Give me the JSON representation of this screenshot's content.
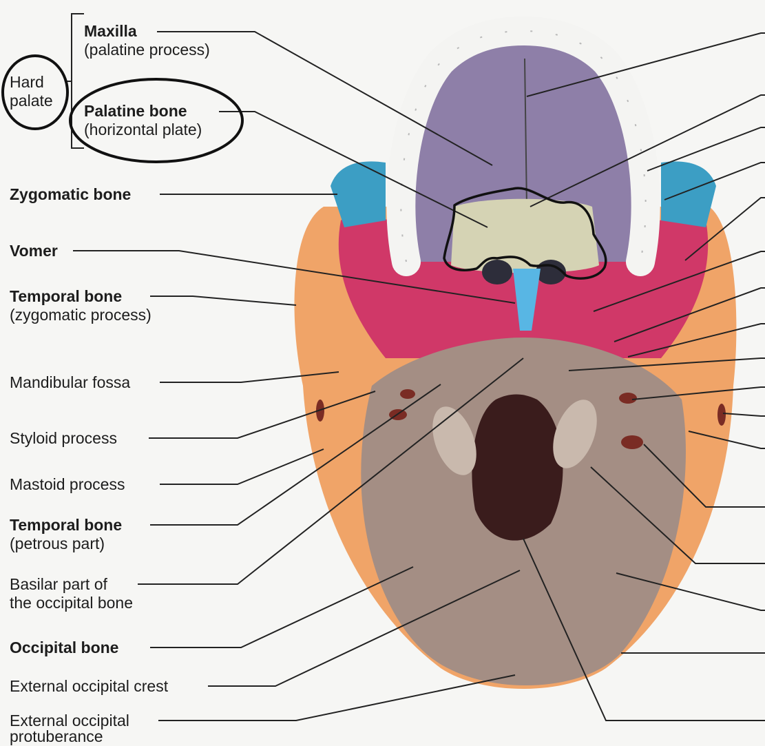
{
  "labels": {
    "hard_palate": [
      "Hard",
      "palate"
    ],
    "maxilla": {
      "name": "Maxilla",
      "detail": "(palatine process)"
    },
    "palatine_bone": {
      "name": "Palatine bone",
      "detail": "(horizontal plate)"
    },
    "zygomatic_bone": "Zygomatic bone",
    "vomer": "Vomer",
    "temporal_zygomatic": {
      "name": "Temporal bone",
      "detail": "(zygomatic process)"
    },
    "mandibular_fossa": "Mandibular fossa",
    "styloid_process": "Styloid process",
    "mastoid_process": "Mastoid process",
    "temporal_petrous": {
      "name": "Temporal bone",
      "detail": "(petrous part)"
    },
    "basilar_part": [
      "Basilar part of",
      "the occipital bone"
    ],
    "occipital_bone": "Occipital bone",
    "external_occipital_crest": "External occipital crest",
    "external_occipital_protuberance": [
      "External occipital",
      "protuberance"
    ]
  },
  "colors": {
    "maxilla": "#8e7fa8",
    "palatine": "#d5d3b4",
    "zygomatic": "#3c9ec4",
    "sphenoid": "#d03868",
    "vomer": "#58b6e4",
    "temporal": "#f0a468",
    "occipital": "#a48e84",
    "teeth": "#f4f4f2",
    "leader_line": "#222222",
    "annotation_ink": "#111111"
  }
}
